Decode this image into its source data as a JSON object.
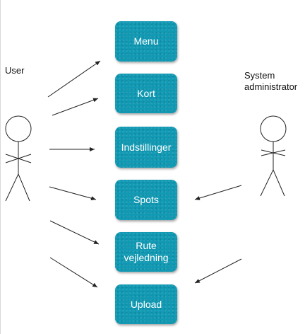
{
  "actors": {
    "user": "User",
    "admin": "System\nadministrator"
  },
  "use_cases": [
    "Menu",
    "Kort",
    "Indstillinger",
    "Spots",
    "Rute\nvejledning",
    "Upload"
  ],
  "colors": {
    "box": "#1199b3",
    "text": "#ffffff",
    "line": "#222222"
  }
}
